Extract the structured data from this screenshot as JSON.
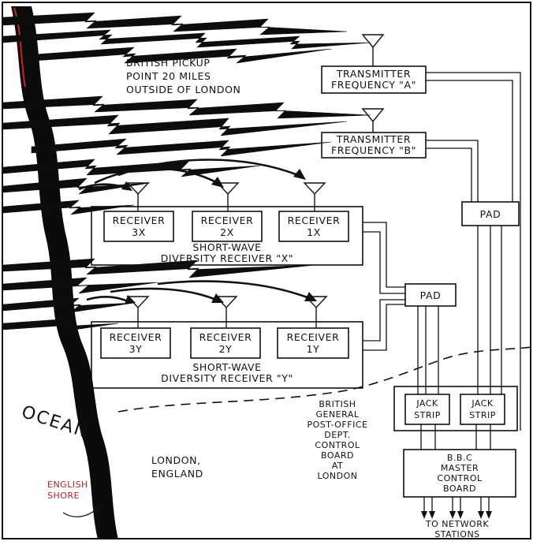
{
  "pickup_label": [
    "BRITISH PICKUP",
    "POINT 20 MILES",
    "OUTSIDE OF LONDON"
  ],
  "transmitter_a": [
    "TRANSMITTER",
    "FREQUENCY \"A\""
  ],
  "transmitter_b": [
    "TRANSMITTER",
    "FREQUENCY \"B\""
  ],
  "receivers_x": [
    [
      "RECEIVER",
      "3X"
    ],
    [
      "RECEIVER",
      "2X"
    ],
    [
      "RECEIVER",
      "1X"
    ]
  ],
  "receivers_y": [
    [
      "RECEIVER",
      "3Y"
    ],
    [
      "RECEIVER",
      "2Y"
    ],
    [
      "RECEIVER",
      "1Y"
    ]
  ],
  "diversity_x": [
    "SHORT-WAVE",
    "DIVERSITY RECEIVER \"X\""
  ],
  "diversity_y": [
    "SHORT-WAVE",
    "DIVERSITY RECEIVER \"Y\""
  ],
  "pad_upper": "PAD",
  "pad_lower": "PAD",
  "jack_strip_left": [
    "JACK",
    "STRIP"
  ],
  "jack_strip_right": [
    "JACK",
    "STRIP"
  ],
  "bbc_board": [
    "B.B.C",
    "MASTER",
    "CONTROL",
    "BOARD"
  ],
  "gpo_board": [
    "BRITISH",
    "GENERAL",
    "POST-OFFICE",
    "DEPT.",
    "CONTROL",
    "BOARD",
    "AT",
    "LONDON"
  ],
  "ocean_label": "OCEAN",
  "london_label": [
    "LONDON,",
    "ENGLAND"
  ],
  "shore_label": [
    "ENGLISH",
    "SHORE"
  ],
  "network_label": [
    "TO NETWORK",
    "STATIONS"
  ]
}
